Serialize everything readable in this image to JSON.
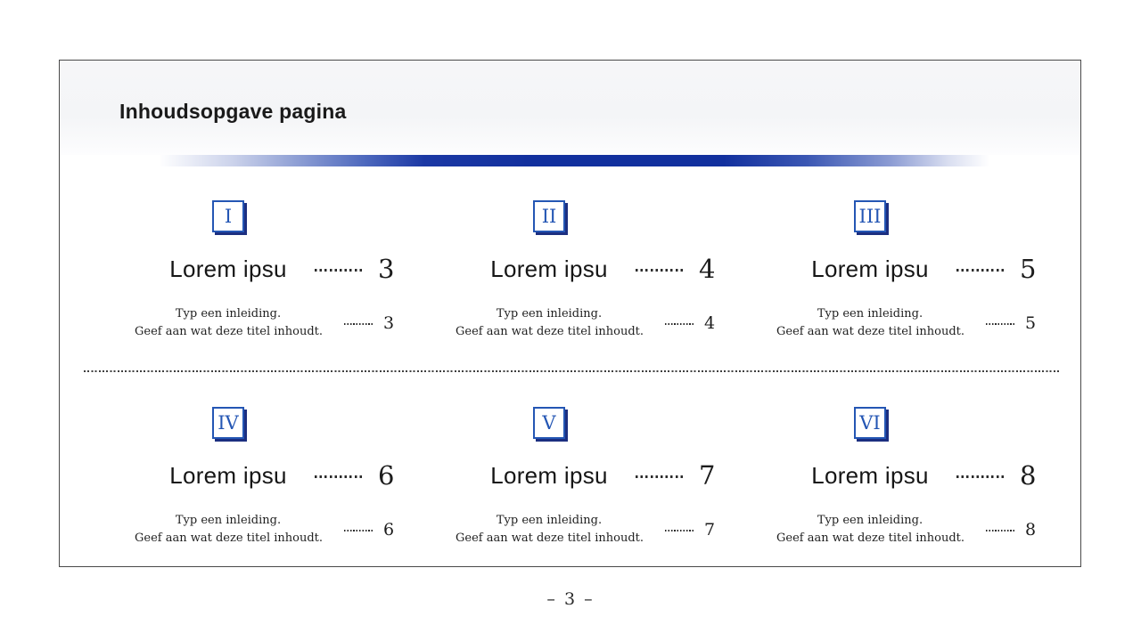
{
  "slide": {
    "header": {
      "title": "Inhoudsopgave pagina"
    },
    "entries": [
      {
        "numeral": "I",
        "title": "Lorem ipsu",
        "page": "3",
        "desc1": "Typ een inleiding.",
        "desc2": "Geef aan wat deze titel inhoudt.",
        "desc_page": "3"
      },
      {
        "numeral": "II",
        "title": "Lorem ipsu",
        "page": "4",
        "desc1": "Typ een inleiding.",
        "desc2": "Geef aan wat deze titel inhoudt.",
        "desc_page": "4"
      },
      {
        "numeral": "III",
        "title": "Lorem ipsu",
        "page": "5",
        "desc1": "Typ een inleiding.",
        "desc2": "Geef aan wat deze titel inhoudt.",
        "desc_page": "5"
      },
      {
        "numeral": "IV",
        "title": "Lorem ipsu",
        "page": "6",
        "desc1": "Typ een inleiding.",
        "desc2": "Geef aan wat deze titel inhoudt.",
        "desc_page": "6"
      },
      {
        "numeral": "V",
        "title": "Lorem ipsu",
        "page": "7",
        "desc1": "Typ een inleiding.",
        "desc2": "Geef aan wat deze titel inhoudt.",
        "desc_page": "7"
      },
      {
        "numeral": "VI",
        "title": "Lorem ipsu",
        "page": "8",
        "desc1": "Typ een inleiding.",
        "desc2": "Geef aan wat deze titel inhoudt.",
        "desc_page": "8"
      }
    ],
    "footer": {
      "page_indicator": "– 3 –"
    }
  },
  "colors": {
    "accent_navy": "#12309e",
    "box_border_blue": "#2456b4",
    "box_shadow_navy": "#1c2f80",
    "slide_border_gray": "#4a4a4a"
  }
}
